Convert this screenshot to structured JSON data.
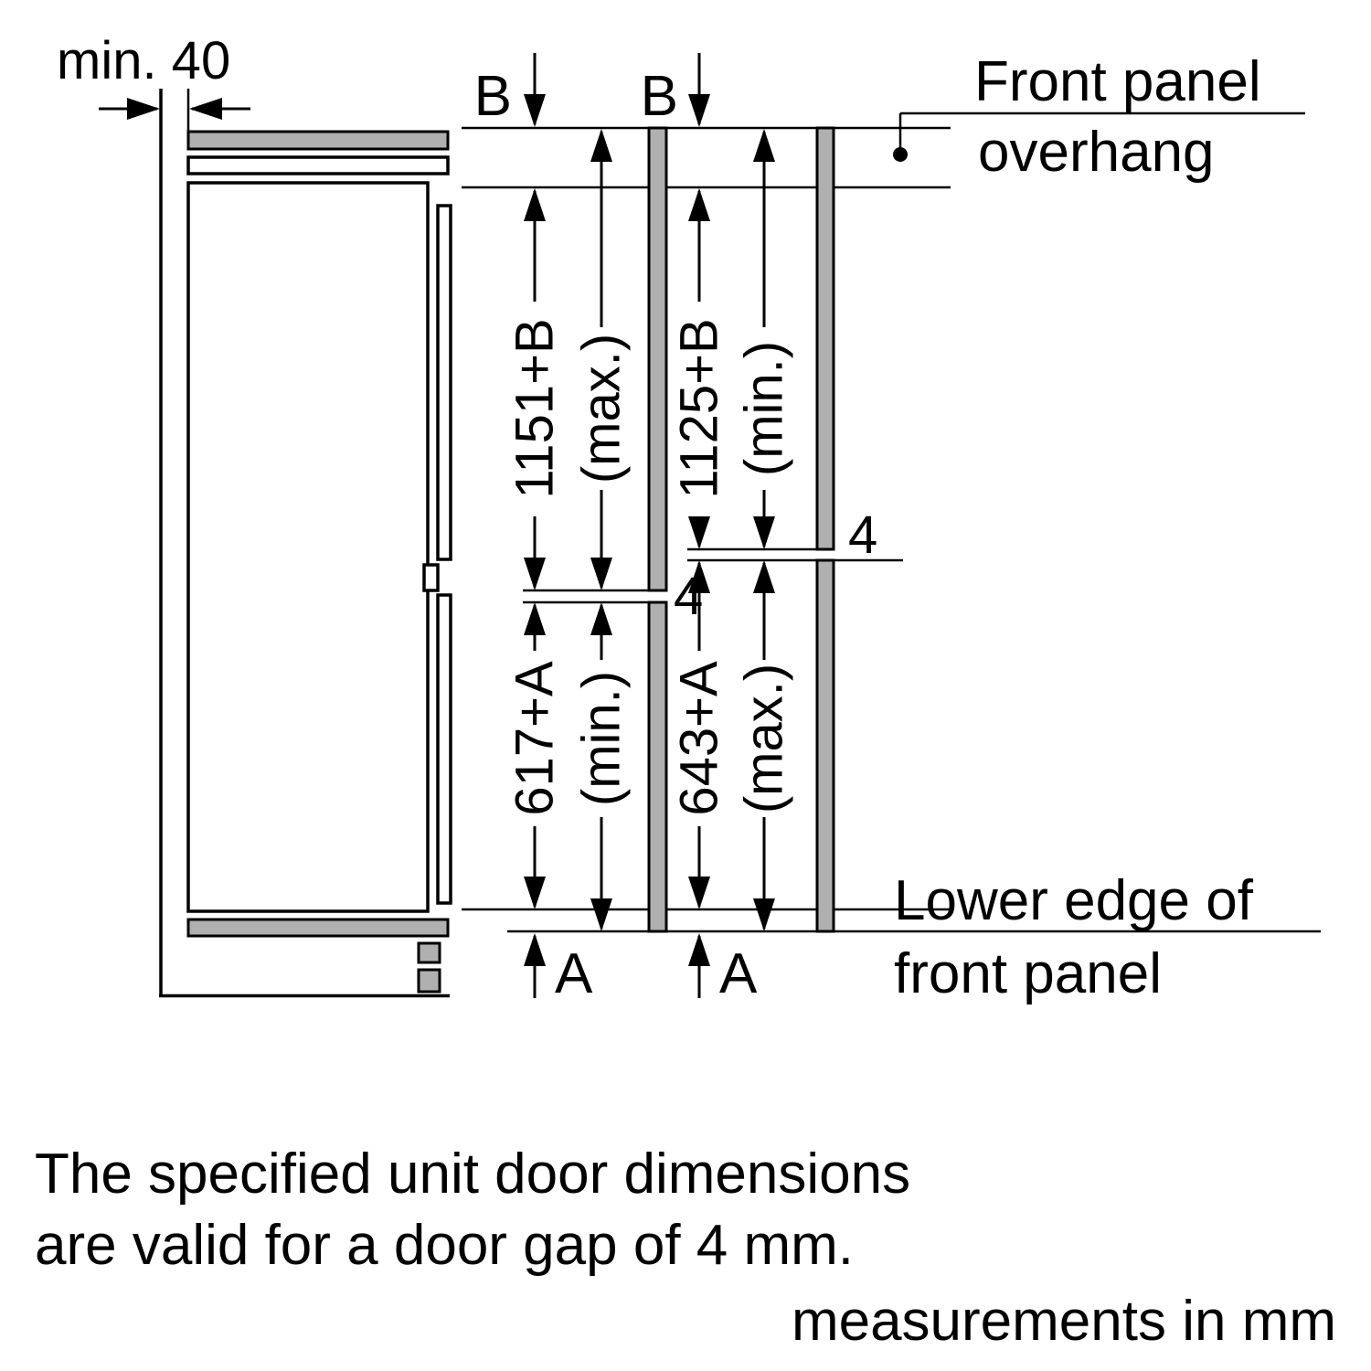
{
  "colors": {
    "line": "#000000",
    "panel_fill": "#b0b0b0",
    "background": "#ffffff"
  },
  "top": {
    "min_gap": "min. 40",
    "b_left": "B",
    "b_right": "B",
    "overhang_line1": "Front panel",
    "overhang_line2": "overhang"
  },
  "dims": {
    "upper_left_value": "1151+B",
    "upper_left_qual": "(max.)",
    "upper_right_value": "1125+B",
    "upper_right_qual": "(min.)",
    "lower_left_value": "617+A",
    "lower_left_qual": "(min.)",
    "lower_right_value": "643+A",
    "lower_right_qual": "(max.)",
    "gap_left": "4",
    "gap_right": "4"
  },
  "bottom": {
    "lower_edge_line1": "Lower edge of",
    "lower_edge_line2": "front panel",
    "a_left": "A",
    "a_right": "A"
  },
  "notes": {
    "line1": "The specified unit door dimensions",
    "line2": "are valid for a door gap of 4 mm.",
    "footer": "measurements in mm"
  }
}
